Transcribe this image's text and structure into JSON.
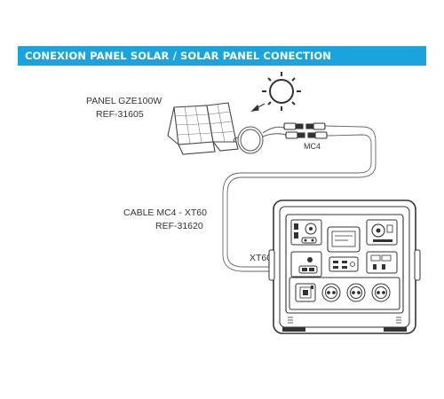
{
  "header": {
    "title": "CONEXION PANEL SOLAR / SOLAR PANEL CONECTION",
    "accent_color": "#1aa3dc"
  },
  "panel": {
    "name": "PANEL GZE100W",
    "ref": "REF-31605",
    "icon": "solar-panel-icon"
  },
  "connector_mc4": {
    "label": "MC4",
    "icon": "mc4-connector-icon"
  },
  "cable": {
    "name": "CABLE MC4 - XT60",
    "ref": "REF-31620"
  },
  "port_xt60": {
    "label": "XT60",
    "icon": "xt60-port-icon"
  },
  "sun": {
    "icon": "sun-icon"
  },
  "power_station": {
    "icon": "power-station-icon"
  }
}
